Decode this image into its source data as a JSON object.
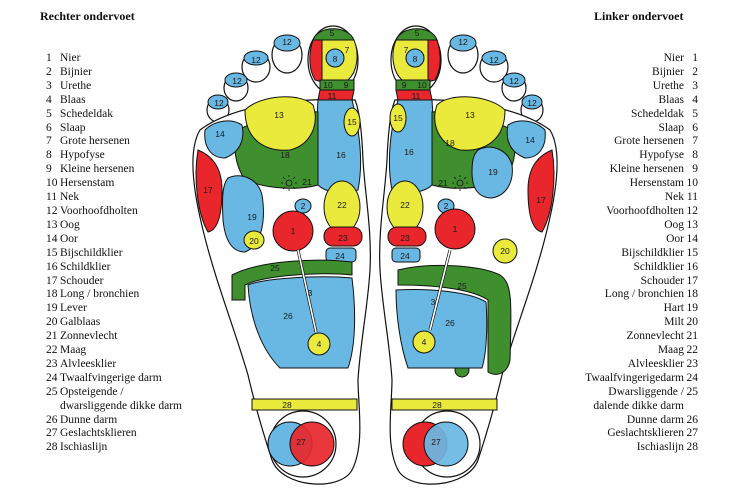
{
  "colors": {
    "blue": "#69b7e3",
    "yellow": "#eaea3c",
    "green": "#3f8f2e",
    "red": "#e8262b",
    "outline": "#111111"
  },
  "headings": {
    "right_foot": "Rechter ondervoet",
    "left_foot": "Linker ondervoet"
  },
  "legend_right": [
    {
      "num": "1",
      "label": "Nier"
    },
    {
      "num": "2",
      "label": "Bijnier"
    },
    {
      "num": "3",
      "label": "Urethe"
    },
    {
      "num": "4",
      "label": "Blaas"
    },
    {
      "num": "5",
      "label": "Schedeldak"
    },
    {
      "num": "6",
      "label": "Slaap"
    },
    {
      "num": "7",
      "label": "Grote hersenen"
    },
    {
      "num": "8",
      "label": "Hypofyse"
    },
    {
      "num": "9",
      "label": "Kleine hersenen"
    },
    {
      "num": "10",
      "label": "Hersenstam"
    },
    {
      "num": "11",
      "label": "Nek"
    },
    {
      "num": "12",
      "label": "Voorhoofdholten"
    },
    {
      "num": "13",
      "label": "Oog"
    },
    {
      "num": "14",
      "label": "Oor"
    },
    {
      "num": "15",
      "label": "Bijschildklier"
    },
    {
      "num": "16",
      "label": "Schildklier"
    },
    {
      "num": "17",
      "label": "Schouder"
    },
    {
      "num": "18",
      "label": "Long / bronchien"
    },
    {
      "num": "19",
      "label": "Lever"
    },
    {
      "num": "20",
      "label": "Galblaas"
    },
    {
      "num": "21",
      "label": "Zonnevlecht"
    },
    {
      "num": "22",
      "label": "Maag"
    },
    {
      "num": "23",
      "label": "Alvleesklier"
    },
    {
      "num": "24",
      "label": "Twaalfvingerige darm"
    },
    {
      "num": "25",
      "label": "Opsteigende /"
    },
    {
      "num": "",
      "label": "dwarsliggende dikke darm"
    },
    {
      "num": "26",
      "label": "Dunne darm"
    },
    {
      "num": "27",
      "label": "Geslachtsklieren"
    },
    {
      "num": "28",
      "label": "Ischiaslijn"
    }
  ],
  "legend_left": [
    {
      "label": "Nier",
      "num": "1"
    },
    {
      "label": "Bijnier",
      "num": "2"
    },
    {
      "label": "Urethe",
      "num": "3"
    },
    {
      "label": "Blaas",
      "num": "4"
    },
    {
      "label": "Schedeldak",
      "num": "5"
    },
    {
      "label": "Slaap",
      "num": "6"
    },
    {
      "label": "Grote hersenen",
      "num": "7"
    },
    {
      "label": "Hypofyse",
      "num": "8"
    },
    {
      "label": "Kleine hersenen",
      "num": "9"
    },
    {
      "label": "Hersenstam",
      "num": "10"
    },
    {
      "label": "Nek",
      "num": "11"
    },
    {
      "label": "Voorhoofdholten",
      "num": "12"
    },
    {
      "label": "Oog",
      "num": "13"
    },
    {
      "label": "Oor",
      "num": "14"
    },
    {
      "label": "Bijschildklier",
      "num": "15"
    },
    {
      "label": "Schildklier",
      "num": "16"
    },
    {
      "label": "Schouder",
      "num": "17"
    },
    {
      "label": "Long / bronchien",
      "num": "18"
    },
    {
      "label": "Hart",
      "num": "19"
    },
    {
      "label": "Milt",
      "num": "20"
    },
    {
      "label": "Zonnevlecht",
      "num": "21"
    },
    {
      "label": "Maag",
      "num": "22"
    },
    {
      "label": "Alvleesklier",
      "num": "23"
    },
    {
      "label": "Twaalfvingerigedarm",
      "num": "24"
    },
    {
      "label": "Dwarsliggende /",
      "num": "25"
    },
    {
      "label": "dalende dikke darm",
      "num": ""
    },
    {
      "label": "Dunne darm",
      "num": "26"
    },
    {
      "label": "Geslachtsklieren",
      "num": "27"
    },
    {
      "label": "Ischiaslijn",
      "num": "28"
    }
  ],
  "zone_labels": {
    "n1": "1",
    "n2": "2",
    "n3": "3",
    "n4": "4",
    "n5": "5",
    "n7": "7",
    "n8": "8",
    "n9": "9",
    "n10": "10",
    "n11": "11",
    "n12": "12",
    "n13": "13",
    "n14": "14",
    "n15": "15",
    "n16": "16",
    "n17": "17",
    "n18": "18",
    "n19": "19",
    "n20": "20",
    "n21": "21",
    "n22": "22",
    "n23": "23",
    "n24": "24",
    "n25": "25",
    "n26": "26",
    "n27": "27",
    "n28": "28"
  }
}
